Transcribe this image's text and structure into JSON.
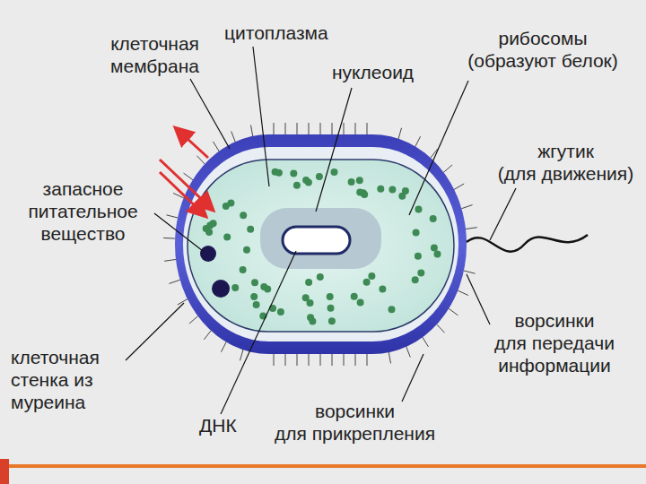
{
  "diagram": {
    "labels": [
      "клеточная мембрана",
      "цитоплазма",
      "нуклеоид",
      "рибосомы (образуют белок)",
      "жгутик (для движения)",
      "запасное питательное вещество",
      "клеточная стенка из муреина",
      "ДНК",
      "ворсинки для передачи информации",
      "ворсинки для прикрепления"
    ]
  }
}
